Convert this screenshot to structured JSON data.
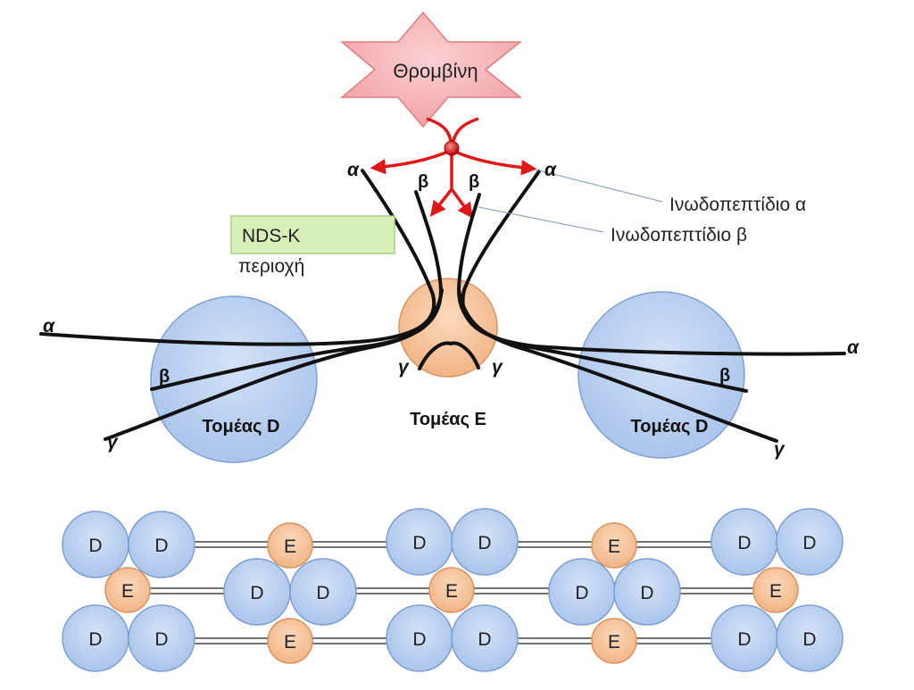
{
  "thrombin": {
    "label": "Θρομβίνη"
  },
  "chain_labels": {
    "alpha": "α",
    "beta": "β",
    "gamma": "γ"
  },
  "fibrinopeptide_a": "Ινωδοπεπτίδιο α",
  "fibrinopeptide_b": "Ινωδοπεπτίδιο β",
  "nds_box": {
    "line1": "NDS-K",
    "line2": "περιοχή"
  },
  "domain_d_label": "Τομέας D",
  "domain_e_label": "Τομέας E",
  "polymer": {
    "d_letter": "D",
    "e_letter": "E"
  },
  "colors": {
    "thrombin_fill": "#f6b4b7",
    "thrombin_stroke": "#e07b80",
    "arrow_red": "#e01818",
    "domain_d_fill": "#bcd1f0",
    "domain_d_stroke": "#7f9fcf",
    "domain_e_fill": "#f6c49d",
    "domain_e_stroke": "#d99360",
    "nds_fill": "#d8f0b8",
    "nds_stroke": "#a9cf7e",
    "chain": "#111111"
  }
}
